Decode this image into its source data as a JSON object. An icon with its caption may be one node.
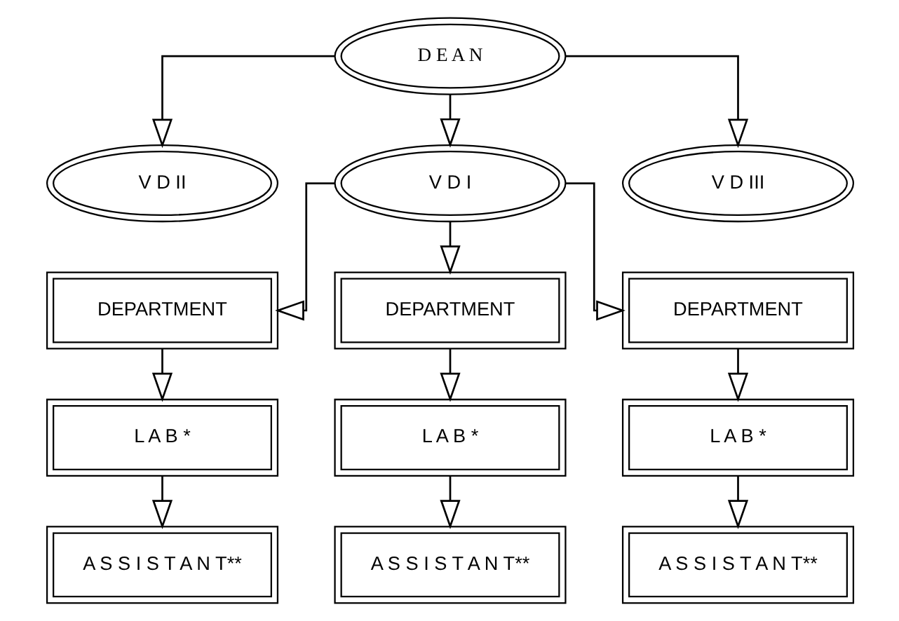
{
  "diagram": {
    "nodes": [
      {
        "text": [
          "D E A N"
        ]
      },
      {
        "text": [
          "V D II"
        ]
      },
      {
        "text": [
          "V D I"
        ]
      },
      {
        "text": [
          "V D III"
        ]
      },
      {
        "text": [
          "DEPARTMENT"
        ]
      },
      {
        "text": [
          "DEPARTMENT"
        ]
      },
      {
        "text": [
          "DEPARTMENT"
        ]
      },
      {
        "text": [
          "L A B *"
        ]
      },
      {
        "text": [
          "L A B *"
        ]
      },
      {
        "text": [
          "L A B *"
        ]
      },
      {
        "text": [
          "A S S I S T A N T**"
        ]
      },
      {
        "text": [
          "A S S I S T A N T**"
        ]
      },
      {
        "text": [
          "A S S I S T A N T**"
        ]
      }
    ],
    "edges": [
      {
        "from": 0,
        "to": 1,
        "arrow": "to"
      },
      {
        "from": 0,
        "to": 2,
        "arrow": "to"
      },
      {
        "from": 0,
        "to": 3,
        "arrow": "to"
      },
      {
        "from": 2,
        "to": 4,
        "arrow": "to"
      },
      {
        "from": 2,
        "to": 5,
        "arrow": "to"
      },
      {
        "from": 2,
        "to": 6,
        "arrow": "to"
      },
      {
        "from": 4,
        "to": 7,
        "arrow": "to"
      },
      {
        "from": 5,
        "to": 8,
        "arrow": "to"
      },
      {
        "from": 6,
        "to": 9,
        "arrow": "to"
      },
      {
        "from": 7,
        "to": 10,
        "arrow": "to"
      },
      {
        "from": 8,
        "to": 11,
        "arrow": "to"
      },
      {
        "from": 9,
        "to": 12,
        "arrow": "to"
      }
    ]
  }
}
